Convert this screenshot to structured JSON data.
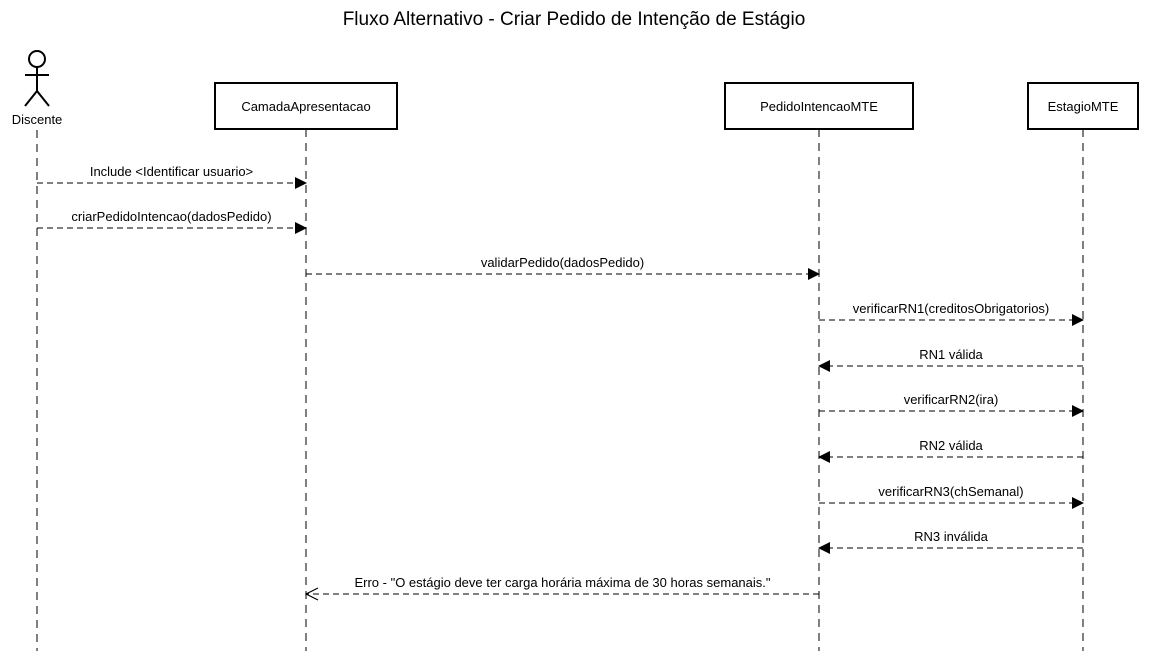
{
  "title": "Fluxo Alternativo - Criar Pedido de Intenção de Estágio",
  "participants": [
    {
      "id": "discente",
      "label": "Discente",
      "kind": "actor"
    },
    {
      "id": "camada",
      "label": "CamadaApresentacao",
      "kind": "object"
    },
    {
      "id": "pedido",
      "label": "PedidoIntencaoMTE",
      "kind": "object"
    },
    {
      "id": "estagio",
      "label": "EstagioMTE",
      "kind": "object"
    }
  ],
  "messages": [
    {
      "from": "discente",
      "to": "camada",
      "label": "Include <Identificar usuario>",
      "style": "dashed-filled"
    },
    {
      "from": "discente",
      "to": "camada",
      "label": "criarPedidoIntencao(dadosPedido)",
      "style": "dashed-filled"
    },
    {
      "from": "camada",
      "to": "pedido",
      "label": "validarPedido(dadosPedido)",
      "style": "dashed-filled"
    },
    {
      "from": "pedido",
      "to": "estagio",
      "label": "verificarRN1(creditosObrigatorios)",
      "style": "dashed-filled"
    },
    {
      "from": "estagio",
      "to": "pedido",
      "label": "RN1 válida",
      "style": "dashed-filled"
    },
    {
      "from": "pedido",
      "to": "estagio",
      "label": "verificarRN2(ira)",
      "style": "dashed-filled"
    },
    {
      "from": "estagio",
      "to": "pedido",
      "label": "RN2 válida",
      "style": "dashed-filled"
    },
    {
      "from": "pedido",
      "to": "estagio",
      "label": "verificarRN3(chSemanal)",
      "style": "dashed-filled"
    },
    {
      "from": "estagio",
      "to": "pedido",
      "label": "RN3 inválida",
      "style": "dashed-filled"
    },
    {
      "from": "pedido",
      "to": "camada",
      "label": "Erro - \"O estágio deve ter carga horária máxima de 30 horas semanais.\"",
      "style": "dashed-open"
    }
  ]
}
